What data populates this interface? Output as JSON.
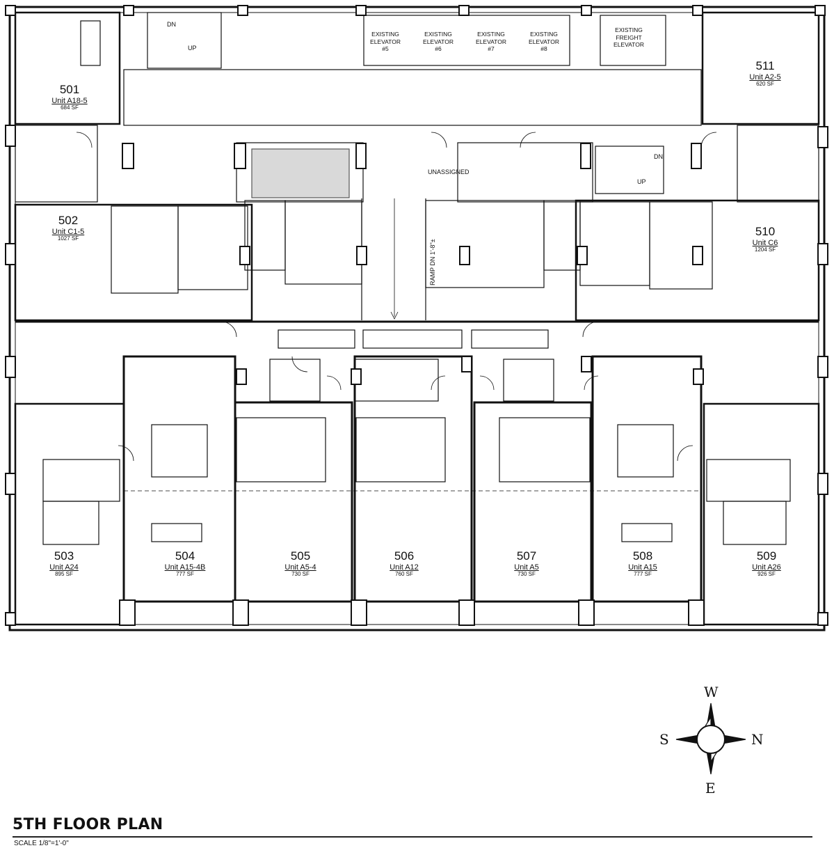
{
  "title": "5TH FLOOR PLAN",
  "scale": "SCALE 1/8\"=1'-0\"",
  "units": [
    {
      "num": "501",
      "type": "Unit A18-5",
      "sf": "684 SF"
    },
    {
      "num": "502",
      "type": "Unit C1-5",
      "sf": "1027 SF"
    },
    {
      "num": "503",
      "type": "Unit A24",
      "sf": "895 SF"
    },
    {
      "num": "504",
      "type": "Unit A15-4B",
      "sf": "777 SF"
    },
    {
      "num": "505",
      "type": "Unit A5-4",
      "sf": "730 SF"
    },
    {
      "num": "506",
      "type": "Unit A12",
      "sf": "760 SF"
    },
    {
      "num": "507",
      "type": "Unit A5",
      "sf": "730 SF"
    },
    {
      "num": "508",
      "type": "Unit A15",
      "sf": "777 SF"
    },
    {
      "num": "509",
      "type": "Unit A26",
      "sf": "926 SF"
    },
    {
      "num": "510",
      "type": "Unit C6",
      "sf": "1204 SF"
    },
    {
      "num": "511",
      "type": "Unit A2-5",
      "sf": "620 SF"
    }
  ],
  "elevators": [
    {
      "l1": "EXISTING",
      "l2": "ELEVATOR",
      "l3": "#5"
    },
    {
      "l1": "EXISTING",
      "l2": "ELEVATOR",
      "l3": "#6"
    },
    {
      "l1": "EXISTING",
      "l2": "ELEVATOR",
      "l3": "#7"
    },
    {
      "l1": "EXISTING",
      "l2": "ELEVATOR",
      "l3": "#8"
    },
    {
      "l1": "EXISTING",
      "l2": "FREIGHT",
      "l3": "ELEVATOR"
    }
  ],
  "labels": {
    "unassigned": "UNASSIGNED",
    "ramp": "RAMP DN 1'-8\"±",
    "stair_dn_1": "DN",
    "stair_up_1": "UP",
    "stair_dn_2": "DN",
    "stair_up_2": "UP"
  },
  "compass": {
    "top": "W",
    "left": "S",
    "right": "N",
    "bottom": "E"
  }
}
